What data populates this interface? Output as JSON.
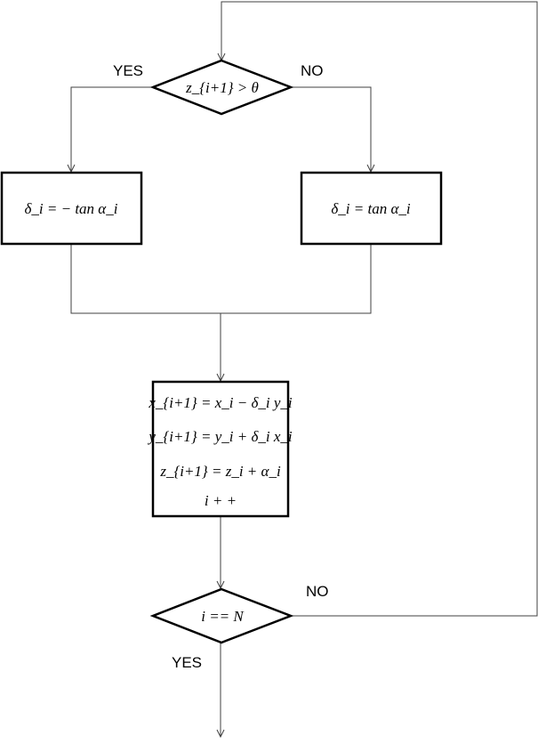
{
  "flowchart": {
    "decision_top": {
      "condition": "z_{i+1} > θ",
      "yes_label": "YES",
      "no_label": "NO"
    },
    "box_left": {
      "formula": "δ_i = − tan α_i"
    },
    "box_right": {
      "formula": "δ_i = tan α_i"
    },
    "box_update": {
      "lines": [
        "x_{i+1} = x_i − δ_i y_i",
        "y_{i+1} = y_i + δ_i x_i",
        "z_{i+1} = z_i + α_i",
        "i + +"
      ]
    },
    "decision_bottom": {
      "condition": "i == N",
      "yes_label": "YES",
      "no_label": "NO"
    }
  }
}
